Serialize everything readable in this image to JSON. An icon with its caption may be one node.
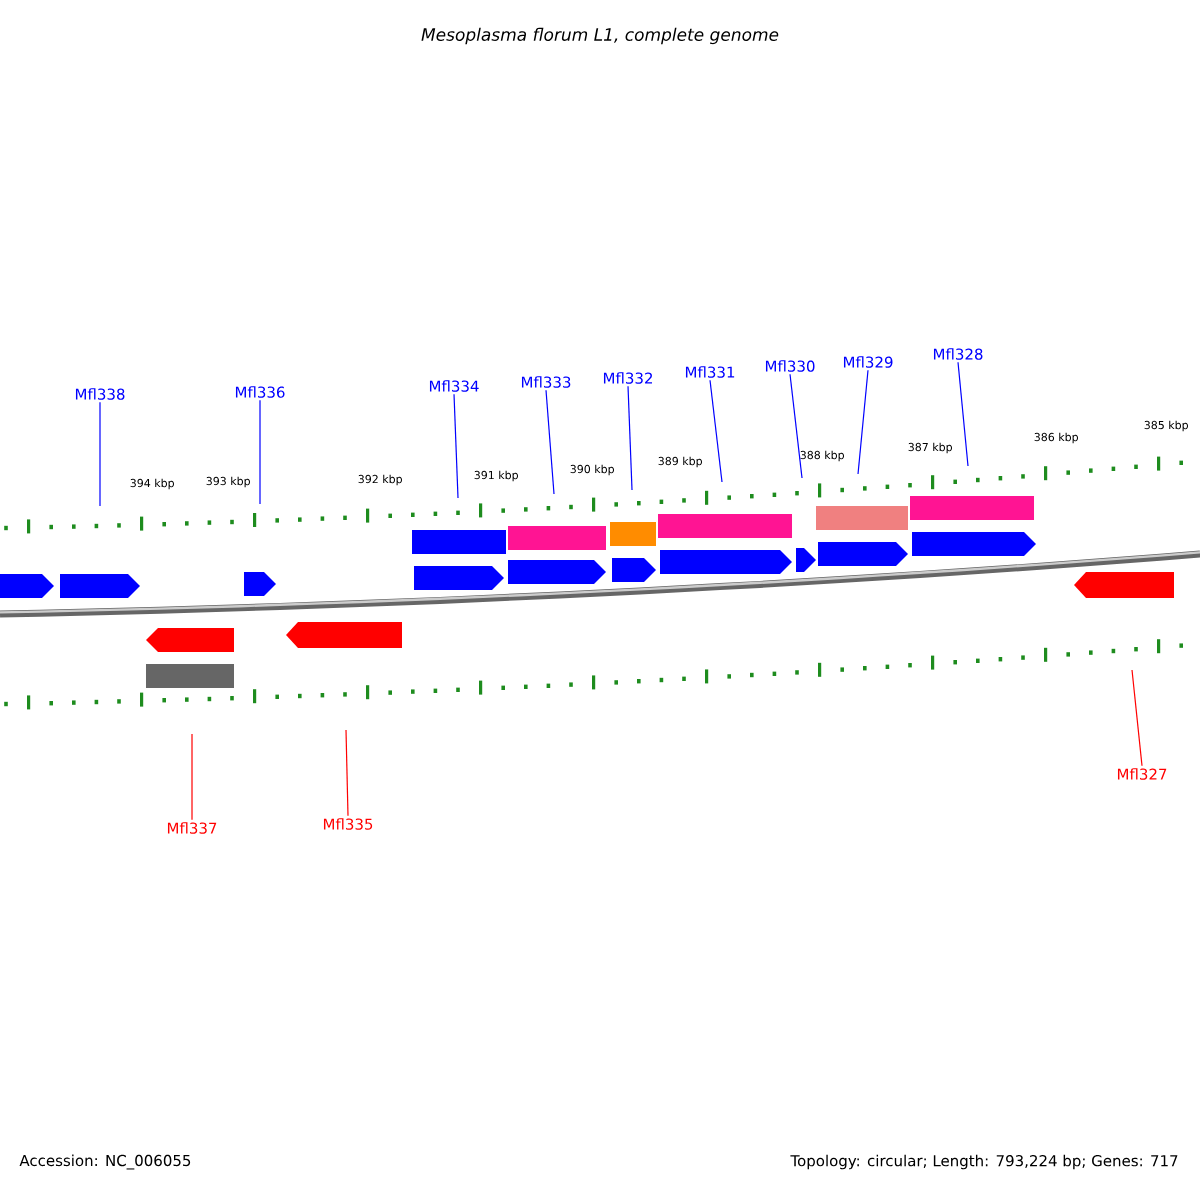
{
  "diagram": {
    "title": "Mesoplasma florum L1, complete genome",
    "nodes": [
      {
        "text": [
          "Mfl338"
        ]
      },
      {
        "text": [
          "Mfl336"
        ]
      },
      {
        "text": [
          "Mfl334"
        ]
      },
      {
        "text": [
          "Mfl333"
        ]
      },
      {
        "text": [
          "Mfl332"
        ]
      },
      {
        "text": [
          "Mfl331"
        ]
      },
      {
        "text": [
          "Mfl330"
        ]
      },
      {
        "text": [
          "Mfl329"
        ]
      },
      {
        "text": [
          "Mfl328"
        ]
      },
      {
        "text": [
          "Mfl337"
        ]
      },
      {
        "text": [
          "Mfl335"
        ]
      },
      {
        "text": [
          "Mfl327"
        ]
      }
    ],
    "edges": [
      {
        "from": 0,
        "to": null,
        "arrow": "none"
      },
      {
        "from": 1,
        "to": null,
        "arrow": "none"
      },
      {
        "from": 2,
        "to": null,
        "arrow": "none"
      },
      {
        "from": 3,
        "to": null,
        "arrow": "none"
      },
      {
        "from": 4,
        "to": null,
        "arrow": "none"
      },
      {
        "from": 5,
        "to": null,
        "arrow": "none"
      },
      {
        "from": 6,
        "to": null,
        "arrow": "none"
      },
      {
        "from": 7,
        "to": null,
        "arrow": "none"
      },
      {
        "from": 8,
        "to": null,
        "arrow": "none"
      },
      {
        "from": 9,
        "to": null,
        "arrow": "none",
        "color": "#ff0000"
      },
      {
        "from": 10,
        "to": null,
        "arrow": "none",
        "color": "#ff0000"
      },
      {
        "from": 11,
        "to": null,
        "arrow": "none",
        "color": "#ff0000"
      }
    ],
    "labels": [
      "394 kbp",
      "393 kbp",
      "392 kbp",
      "391 kbp",
      "390 kbp",
      "389 kbp",
      "388 kbp",
      "387 kbp",
      "386 kbp",
      "385 kbp",
      "Accession: NC_006055",
      "Topology: circular; Length: 793,224 bp; Genes: 717"
    ]
  }
}
